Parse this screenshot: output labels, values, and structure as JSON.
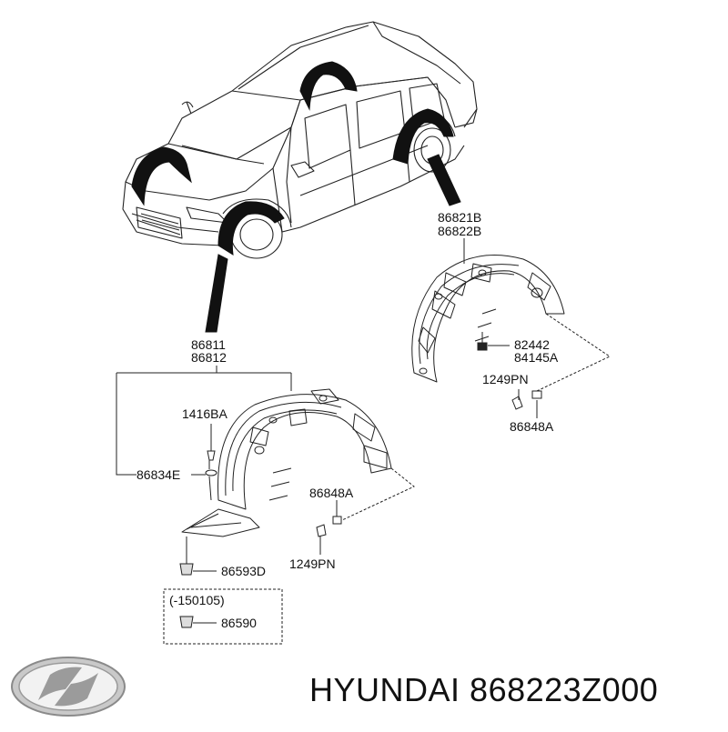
{
  "diagram": {
    "labels": {
      "rear_upper": "86821B",
      "rear_lower": "86822B",
      "rear_clip_a": "82442",
      "rear_clip_b": "84145A",
      "rear_screw": "1249PN",
      "rear_nut": "86848A",
      "front_upper": "86811",
      "front_lower": "86812",
      "front_clip": "1416BA",
      "front_washer": "86834E",
      "front_nut": "86848A",
      "front_screw": "1249PN",
      "front_bottom_clip": "86593D",
      "date_range": "(-150105)",
      "old_clip": "86590"
    }
  },
  "footer": {
    "brand": "HYUNDAI",
    "part_number": "868223Z000"
  }
}
